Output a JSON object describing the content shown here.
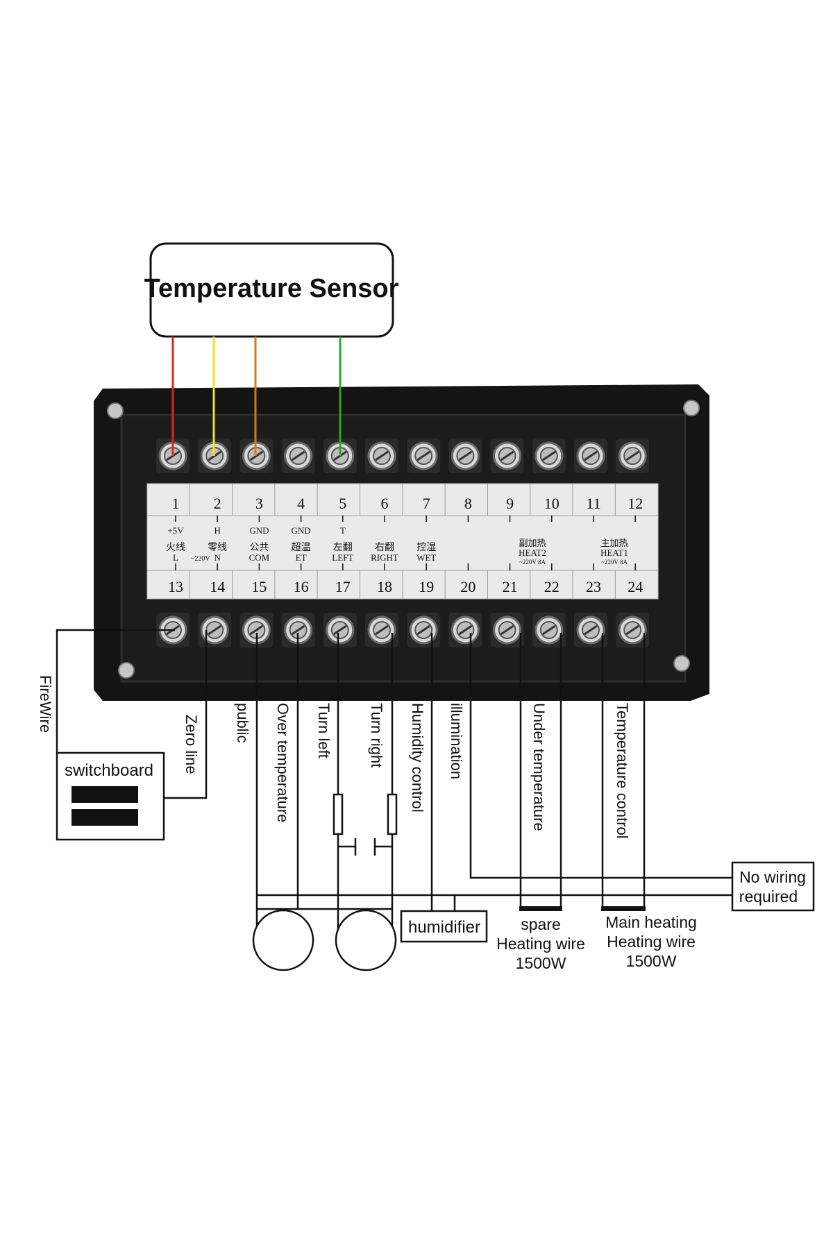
{
  "sensor": {
    "title": "Temperature Sensor"
  },
  "terminals_top": [
    {
      "num": "1",
      "upper": "+5V",
      "lower_cn": "火线",
      "lower_en": "L"
    },
    {
      "num": "2",
      "upper": "H",
      "lower_cn": "零线",
      "lower_en": "N"
    },
    {
      "num": "3",
      "upper": "GND",
      "lower_cn": "公共",
      "lower_en": "COM"
    },
    {
      "num": "4",
      "upper": "GND",
      "lower_cn": "超温",
      "lower_en": "ET"
    },
    {
      "num": "5",
      "upper": "T",
      "lower_cn": "左翻",
      "lower_en": "LEFT"
    },
    {
      "num": "6",
      "upper": "",
      "lower_cn": "右翻",
      "lower_en": "RIGHT"
    },
    {
      "num": "7",
      "upper": "",
      "lower_cn": "控湿",
      "lower_en": "WET"
    },
    {
      "num": "8",
      "upper": "",
      "lower_cn": "",
      "lower_en": ""
    },
    {
      "num": "9",
      "upper": "",
      "lower_cn": "",
      "lower_en": ""
    },
    {
      "num": "10",
      "upper": "",
      "lower_cn": "",
      "lower_en": ""
    },
    {
      "num": "11",
      "upper": "",
      "lower_cn": "",
      "lower_en": ""
    },
    {
      "num": "12",
      "upper": "",
      "lower_cn": "",
      "lower_en": ""
    }
  ],
  "terminals_bottom": [
    "13",
    "14",
    "15",
    "16",
    "17",
    "18",
    "19",
    "20",
    "21",
    "22",
    "23",
    "24"
  ],
  "panel_labels": {
    "voltage_ln": "~220V",
    "heat2_cn": "副加热",
    "heat2_en": "HEAT2",
    "heat2_rating": "~220V 8A",
    "heat1_cn": "主加热",
    "heat1_en": "HEAT1",
    "heat1_rating": "~220V 8A"
  },
  "wire_colors": {
    "pin1": "#d62a1f",
    "pin2": "#f2e21a",
    "pin3": "#d6791a",
    "pin5": "#2aa62a"
  },
  "wires": {
    "firewire": "FireWire",
    "zero_line": "Zero line",
    "public": "public",
    "over_temperature": "Over temperature",
    "turn_left": "Turn left",
    "turn_right": "Turn right",
    "humidity_control": "Humidity control",
    "illumination": "illumination",
    "under_temperature": "Under temperature",
    "temperature_control": "Temperature control"
  },
  "switchboard": {
    "label": "switchboard"
  },
  "humidifier": {
    "label": "humidifier"
  },
  "no_wiring": {
    "line1": "No wiring",
    "line2": "required"
  },
  "spare_heater": {
    "line1": "spare",
    "line2": "Heating wire",
    "line3": "1500W"
  },
  "main_heater": {
    "line1": "Main heating",
    "line2": "Heating wire",
    "line3": "1500W"
  }
}
